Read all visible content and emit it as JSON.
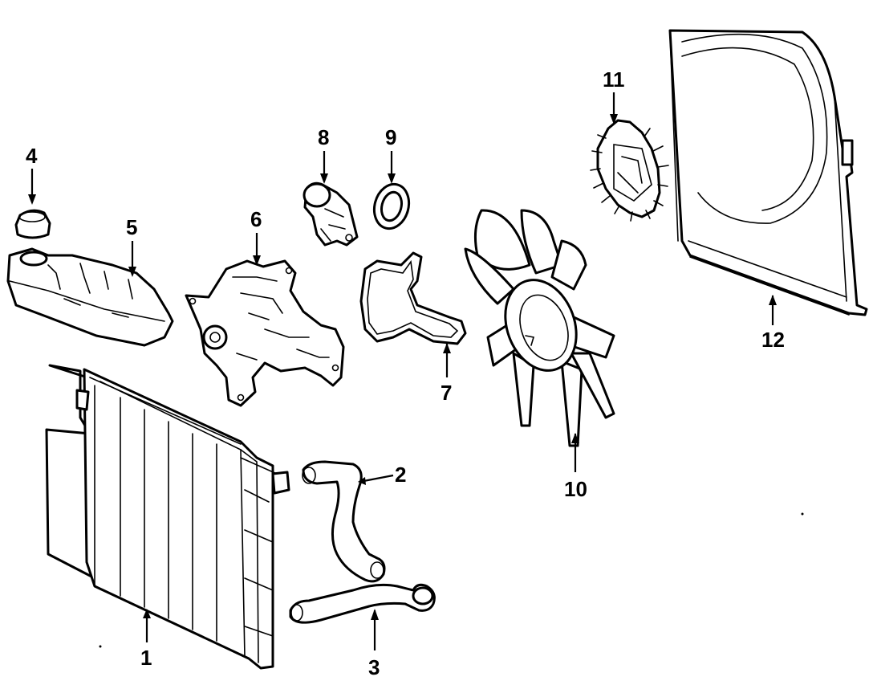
{
  "diagram": {
    "parts": [
      {
        "id": "1",
        "label": "1"
      },
      {
        "id": "2",
        "label": "2"
      },
      {
        "id": "3",
        "label": "3"
      },
      {
        "id": "4",
        "label": "4"
      },
      {
        "id": "5",
        "label": "5"
      },
      {
        "id": "6",
        "label": "6"
      },
      {
        "id": "7",
        "label": "7"
      },
      {
        "id": "8",
        "label": "8"
      },
      {
        "id": "9",
        "label": "9"
      },
      {
        "id": "10",
        "label": "10"
      },
      {
        "id": "11",
        "label": "11"
      },
      {
        "id": "12",
        "label": "12"
      }
    ]
  }
}
